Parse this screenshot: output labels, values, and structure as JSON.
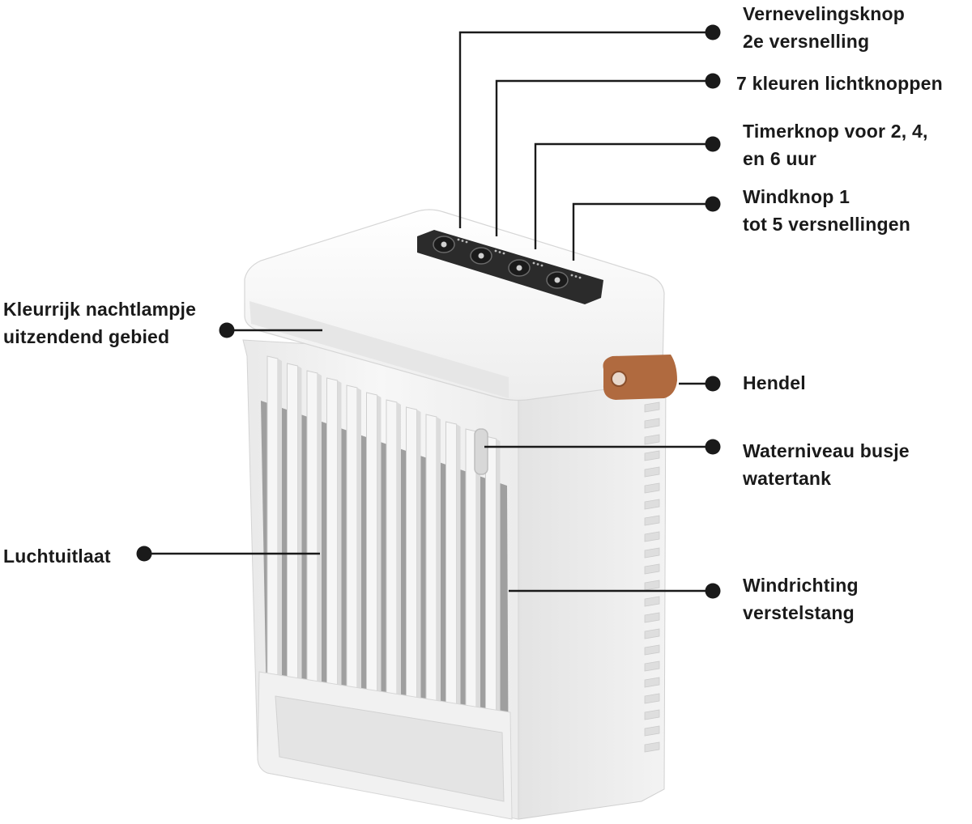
{
  "colors": {
    "line": "#1a1a1a",
    "body": "#f4f4f4",
    "body_shadow": "#d9d9d9",
    "vent": "#b9b9b9",
    "panel": "#2b2b2b",
    "strap": "#b06a3f"
  },
  "labels": {
    "misting": [
      "Vernevelingsknop",
      "2e versnelling"
    ],
    "light": [
      "7 kleuren lichtknoppen"
    ],
    "timer": [
      "Timerknop voor 2, 4,",
      "en 6 uur"
    ],
    "wind": [
      "Windknop 1",
      "tot 5 versnellingen"
    ],
    "nightlight": [
      "Kleurrijk nachtlampje",
      "uitzendend gebied"
    ],
    "handle": [
      "Hendel"
    ],
    "water": [
      "Waterniveau busje",
      "watertank"
    ],
    "outlet": [
      "Luchtuitlaat"
    ],
    "direction": [
      "Windrichting",
      "verstelstang"
    ]
  }
}
